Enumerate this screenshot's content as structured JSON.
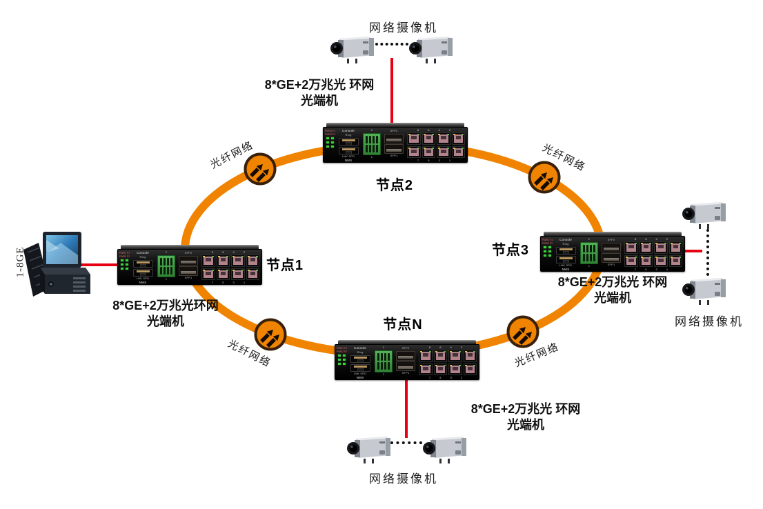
{
  "colors": {
    "ring_orange": "#F08300",
    "link_red": "#E60012",
    "icon_border": "#38200A",
    "terminal_green": "#3FA047",
    "port_mauve": "#B2838B"
  },
  "labels": {
    "cameras": "网络摄像机",
    "fiber": "光纤网络",
    "pc": "1-8GE"
  },
  "nodes": [
    {
      "name": "节点2",
      "caption_line1": "8*GE+2万兆光 环网",
      "caption_line2": "光端机"
    },
    {
      "name": "节点1",
      "caption_line1": "8*GE+2万兆光环网",
      "caption_line2": "光端机"
    },
    {
      "name": "节点3",
      "caption_line1": "8*GE+2万兆光 环网",
      "caption_line2": "光端机"
    },
    {
      "name": "节点N",
      "caption_line1": "8*GE+2万兆光 环网",
      "caption_line2": "光端机"
    }
  ],
  "device": {
    "console": "Console",
    "ring_port": "Ring",
    "nms": "NMS",
    "lnk_spd": "LNK SPD",
    "sfp2": "SFP2",
    "sfp1": "SFP1",
    "pwr1": "PWR1 F1",
    "pwr2": "PWR2 F2",
    "terminal_top": "2",
    "terminal_bottom": "1",
    "ports_top": "8 6 4 2",
    "ports_bottom": "7 5 3 1"
  }
}
